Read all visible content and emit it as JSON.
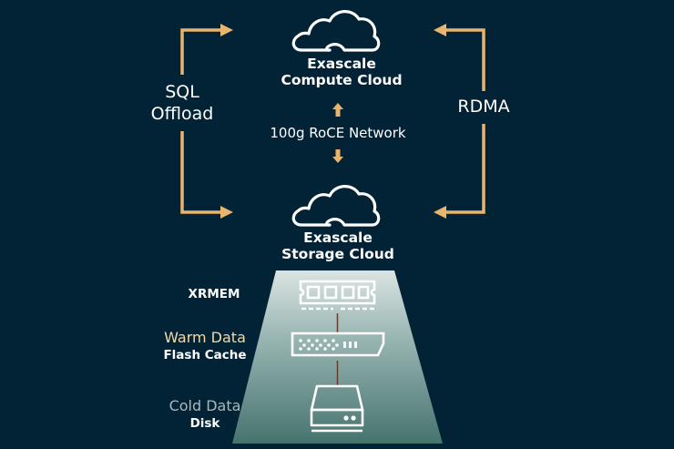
{
  "colors": {
    "background": "#022336",
    "arrow": "#e9b56d",
    "text": "#ffffff",
    "warm_accent": "#f3d9a4",
    "cold_accent": "#a7b9bc",
    "connector": "#6b3a25",
    "trapezoid_top": "#d8e2e0",
    "trapezoid_bottom": "#46736f"
  },
  "compute": {
    "line1": "Exascale",
    "line2": "Compute Cloud",
    "icon": "cloud-icon"
  },
  "storage": {
    "line1": "Exascale",
    "line2": "Storage Cloud",
    "icon": "cloud-icon"
  },
  "network": {
    "label": "100g RoCE Network"
  },
  "left_link": {
    "line1": "SQL",
    "line2": "Offload"
  },
  "right_link": {
    "label": "RDMA"
  },
  "tiers": [
    {
      "accent": "",
      "label": "XRMEM",
      "icon": "memory-module-icon"
    },
    {
      "accent": "Warm Data",
      "label": "Flash Cache",
      "icon": "flash-card-icon"
    },
    {
      "accent": "Cold Data",
      "label": "Disk",
      "icon": "hard-disk-icon"
    }
  ]
}
